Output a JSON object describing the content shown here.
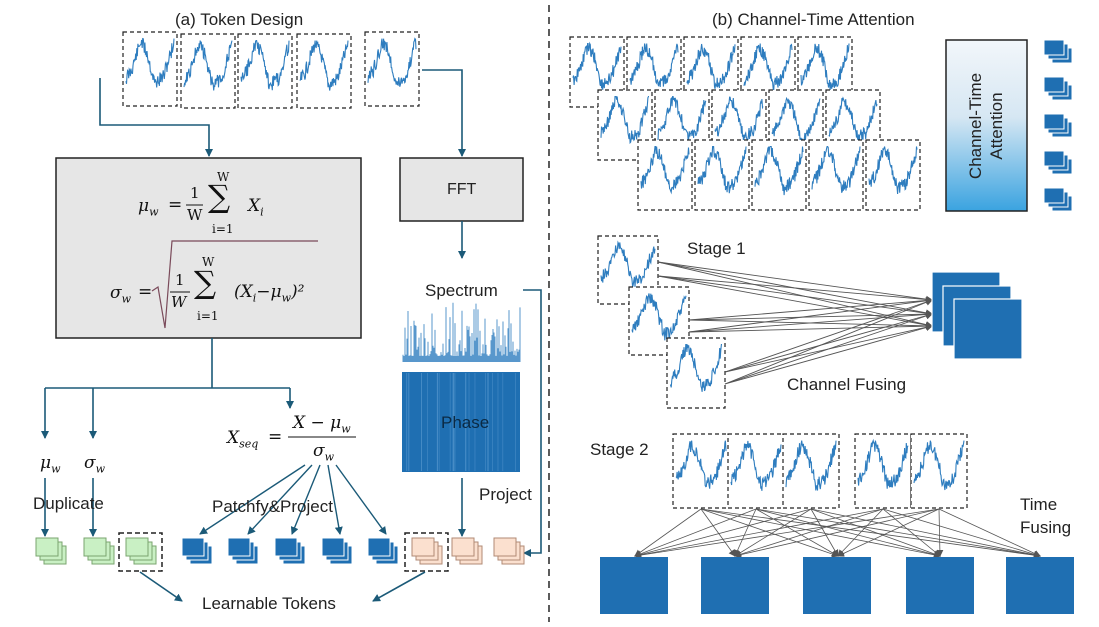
{
  "panel_a": {
    "title": "(a) Token Design",
    "fft_label": "FFT",
    "spectrum_label": "Spectrum",
    "phase_label": "Phase",
    "mu_label": "μ",
    "sigma_label": "σ",
    "w_sub": "w",
    "duplicate_label": "Duplicate",
    "patchify_label": "Patchfy&Project",
    "project_label": "Project",
    "learnable_label": "Learnable Tokens",
    "formula_mu": {
      "lhs": "μ",
      "sub": "w",
      "eq": "=",
      "frac_num": "1",
      "frac_den": "W",
      "sum_top": "W",
      "sum_bottom": "i=1",
      "term": "X",
      "term_sub": "i"
    },
    "formula_sigma": {
      "lhs": "σ",
      "sub": "w",
      "eq": "=",
      "frac_num": "1",
      "frac_den": "W",
      "sum_top": "W",
      "sum_bottom": "i=1",
      "term": "(X",
      "term_sub": "i",
      "term_rest": "−μ",
      "term_rest_sub": "w",
      "term_close": ")²"
    },
    "formula_xseq": {
      "lhs": "X",
      "lhs_sub": "seq",
      "eq": "=",
      "num": "X − μ",
      "num_sub": "w",
      "den": "σ",
      "den_sub": "w"
    }
  },
  "panel_b": {
    "title": "(b) Channel-Time Attention",
    "attention_label_line1": "Channel-Time",
    "attention_label_line2": "Attention",
    "stage1_label": "Stage 1",
    "stage2_label": "Stage 2",
    "channel_fusing_label": "Channel Fusing",
    "time_fusing_line1": "Time",
    "time_fusing_line2": "Fusing"
  },
  "colors": {
    "series": "#2e7dbf",
    "token_blue": "#1f6fb2",
    "token_green": "#c9f0c4",
    "token_peach": "#fbe0cf",
    "arrow": "#1b5a78",
    "box_gray": "#e6e6e6",
    "gradient_top": "#f2f6fa",
    "gradient_bottom": "#3aa3e0"
  }
}
